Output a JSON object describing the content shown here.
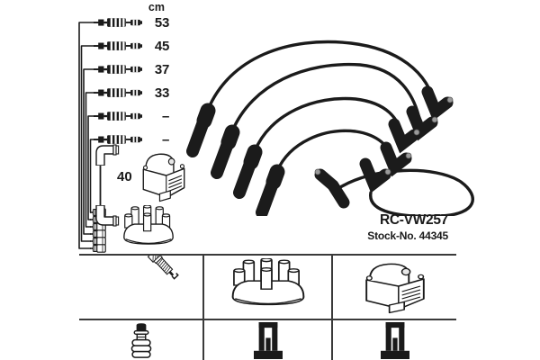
{
  "diagram": {
    "unit_header": "cm",
    "cable_lengths": [
      "53",
      "45",
      "37",
      "33",
      "–",
      "–"
    ],
    "loop_cable_length": "40",
    "drawn_parts": [
      "ignition-coil",
      "distributor-cap"
    ]
  },
  "product": {
    "part_number": "RC-VW257",
    "stock_text": "Stock-No. 44345"
  },
  "legend": {
    "cells": [
      {
        "icon": "spark-plug"
      },
      {
        "icon": "distributor-cap"
      },
      {
        "icon": "ignition-coil"
      },
      {
        "icon": "terminal-nut"
      },
      {
        "icon": "din-connector"
      },
      {
        "icon": "din-connector"
      }
    ]
  },
  "colors": {
    "ink": "#1a1a1a",
    "grid_line": "#3a3a3a",
    "cable_black": "#1b1b1b",
    "background": "#ffffff"
  }
}
